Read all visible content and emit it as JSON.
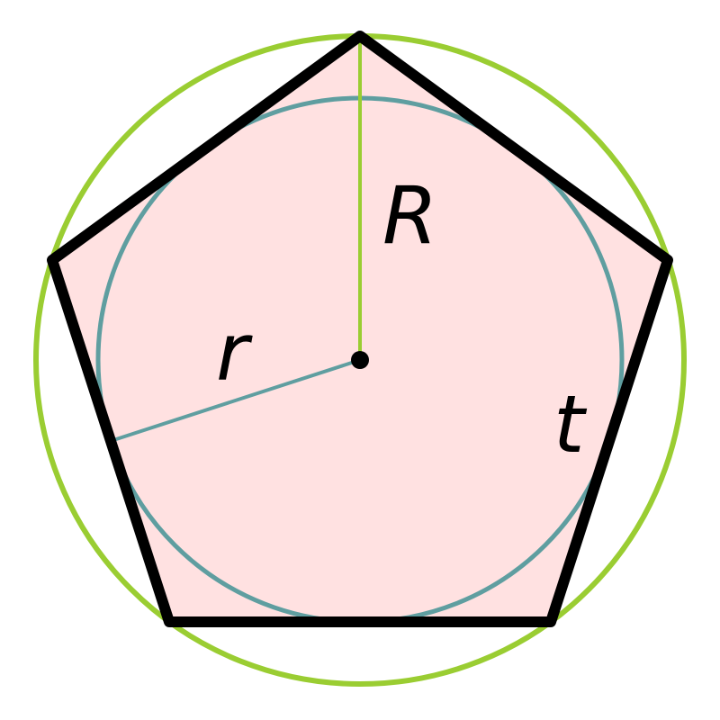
{
  "labels": {
    "circumradius": "R",
    "inradius": "r",
    "side": "t"
  },
  "colors": {
    "circumcircle": "#9acd32",
    "incircle": "#5f9ea0",
    "pentagon_fill": "#ffe1e1",
    "pentagon_stroke": "#000000"
  }
}
